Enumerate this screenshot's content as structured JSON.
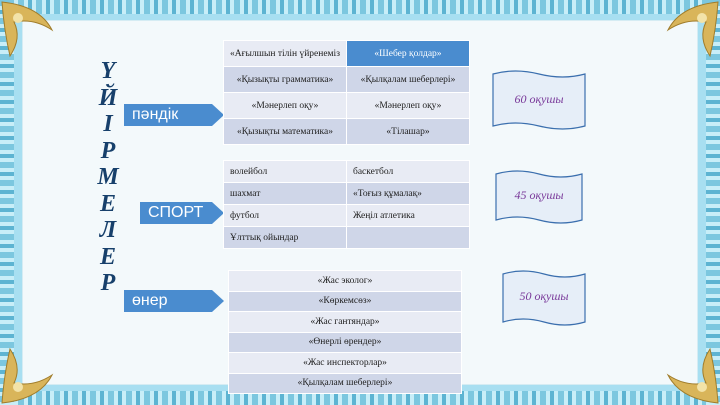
{
  "title_letters": [
    "Ү",
    "Й",
    "І",
    "Р",
    "М",
    "Е",
    "Л",
    "Е",
    "Р"
  ],
  "groups": [
    {
      "label": "пәндік",
      "count": "60 оқушы",
      "rows": [
        [
          "«Ағылшын тілін үйренеміз",
          "«Шебер қолдар»"
        ],
        [
          "«Қызықты грамматика»",
          "«Қылқалам шеберлері»"
        ],
        [
          "«Мәнерлеп оқу»",
          "«Мәнерлеп оқу»"
        ],
        [
          "«Қызықты математика»",
          "«Тілашар»"
        ]
      ]
    },
    {
      "label": "СПОРТ",
      "count": "45 оқушы",
      "rows": [
        [
          "волейбол",
          "баскетбол"
        ],
        [
          "шахмат",
          "«Тоғыз құмалақ»"
        ],
        [
          "футбол",
          "Жеңіл атлетика"
        ],
        [
          "Ұлттық ойындар",
          ""
        ]
      ]
    },
    {
      "label": "өнер",
      "count": "50 оқушы",
      "rows": [
        [
          "«Жас эколог»"
        ],
        [
          "«Көркемсөз»"
        ],
        [
          "«Жас гантяндар»"
        ],
        [
          "«Өнерлі өрендер»"
        ],
        [
          "«Жас инспекторлар»"
        ],
        [
          "«Қылқалам шеберлері»"
        ]
      ]
    }
  ],
  "colors": {
    "accent": "#4a8ccf",
    "title": "#17406b",
    "count_text": "#7a3a9a"
  }
}
